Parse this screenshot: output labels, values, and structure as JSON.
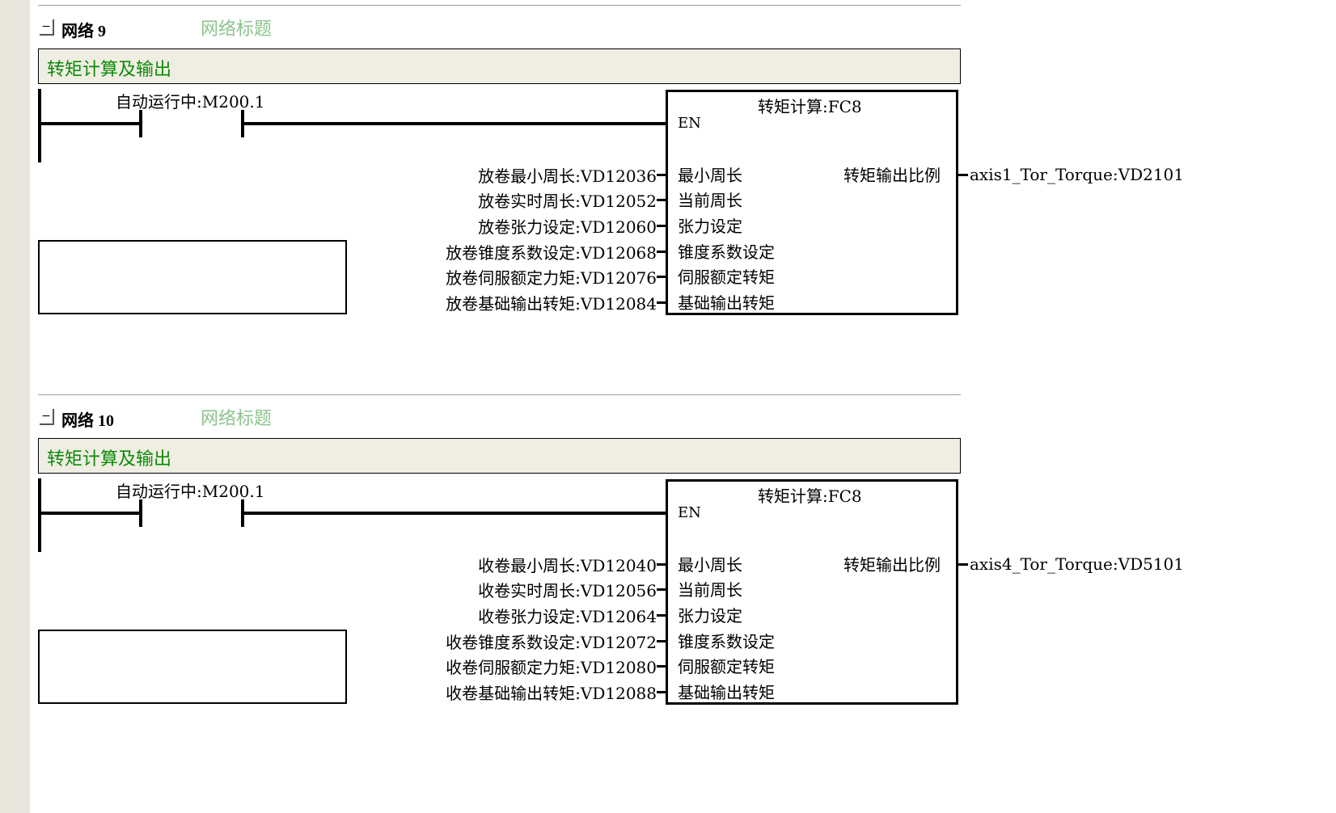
{
  "networks": [
    {
      "name": "网络 9",
      "title_placeholder": "网络标题",
      "comment": "转矩计算及输出",
      "contact": "自动运行中:M200.1",
      "block": {
        "title": "转矩计算:FC8",
        "en": "EN",
        "inputs": [
          {
            "operand": "放卷最小周长:VD12036",
            "pin": "最小周长"
          },
          {
            "operand": "放卷实时周长:VD12052",
            "pin": "当前周长"
          },
          {
            "operand": "放卷张力设定:VD12060",
            "pin": "张力设定"
          },
          {
            "operand": "放卷锥度系数设定:VD12068",
            "pin": "锥度系数设定"
          },
          {
            "operand": "放卷伺服额定力矩:VD12076",
            "pin": "伺服额定转矩"
          },
          {
            "operand": "放卷基础输出转矩:VD12084",
            "pin": "基础输出转矩"
          }
        ],
        "output": {
          "pin": "转矩输出比例",
          "operand": "axis1_Tor_Torque:VD2101"
        }
      }
    },
    {
      "name": "网络 10",
      "title_placeholder": "网络标题",
      "comment": "转矩计算及输出",
      "contact": "自动运行中:M200.1",
      "block": {
        "title": "转矩计算:FC8",
        "en": "EN",
        "inputs": [
          {
            "operand": "收卷最小周长:VD12040",
            "pin": "最小周长"
          },
          {
            "operand": "收卷实时周长:VD12056",
            "pin": "当前周长"
          },
          {
            "operand": "收卷张力设定:VD12064",
            "pin": "张力设定"
          },
          {
            "operand": "收卷锥度系数设定:VD12072",
            "pin": "锥度系数设定"
          },
          {
            "operand": "收卷伺服额定力矩:VD12080",
            "pin": "伺服额定转矩"
          },
          {
            "operand": "收卷基础输出转矩:VD12088",
            "pin": "基础输出转矩"
          }
        ],
        "output": {
          "pin": "转矩输出比例",
          "operand": "axis4_Tor_Torque:VD5101"
        }
      }
    }
  ]
}
